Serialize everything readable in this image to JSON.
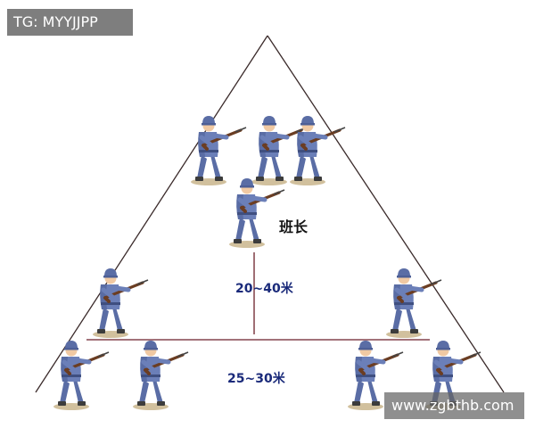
{
  "labels": {
    "leader": "班长",
    "distance_upper": "20~40米",
    "distance_lower": "25~30米"
  },
  "overlay": {
    "tag": "TG: MYYJJPP",
    "watermark": "www.zgbthb.com"
  },
  "colors": {
    "line": "#3a2a2a",
    "distance_text": "#1a2a7a",
    "soldier_uniform": "#6b7fb8",
    "soldier_shade": "#4d5f96",
    "rifle": "#6b3d22",
    "ground": "#c9b58c"
  },
  "icons": [
    "soldier-with-rifle-icon"
  ]
}
